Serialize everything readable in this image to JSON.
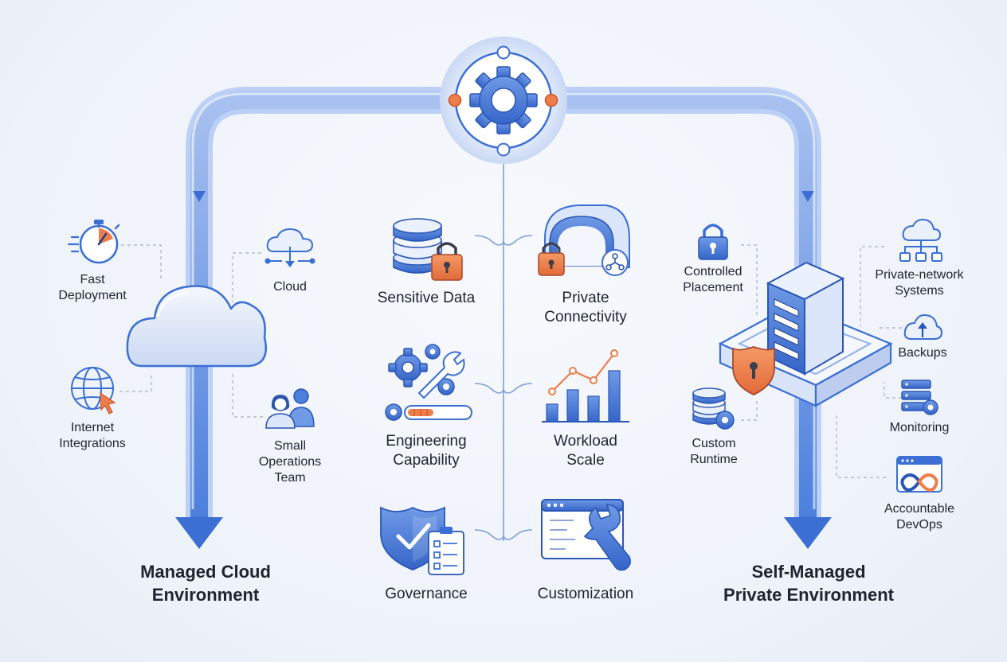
{
  "hub": {
    "icon": "gear-hub-icon"
  },
  "managed": {
    "title": "Managed Cloud\nEnvironment",
    "icon": "cloud-icon",
    "items": [
      {
        "label": "Fast\nDeployment",
        "icon": "stopwatch-icon"
      },
      {
        "label": "Cloud",
        "icon": "cloud-download-icon"
      },
      {
        "label": "Internet\nIntegrations",
        "icon": "globe-cursor-icon"
      },
      {
        "label": "Small\nOperations\nTeam",
        "icon": "team-icon"
      }
    ]
  },
  "factors": [
    {
      "label": "Sensitive Data",
      "icon": "database-lock-icon"
    },
    {
      "label": "Private\nConnectivity",
      "icon": "tunnel-lock-icon"
    },
    {
      "label": "Engineering\nCapability",
      "icon": "gears-wrench-icon"
    },
    {
      "label": "Workload\nScale",
      "icon": "growth-chart-icon"
    },
    {
      "label": "Governance",
      "icon": "shield-checklist-icon"
    },
    {
      "label": "Customization",
      "icon": "window-wrench-icon"
    }
  ],
  "self_managed": {
    "title": "Self-Managed\nPrivate Environment",
    "icon": "server-platform-icon",
    "items": [
      {
        "label": "Controlled\nPlacement",
        "icon": "lock-icon"
      },
      {
        "label": "Private-network\nSystems",
        "icon": "cloud-network-icon"
      },
      {
        "label": "Backups",
        "icon": "cloud-upload-icon"
      },
      {
        "label": "Monitoring",
        "icon": "server-gear-icon"
      },
      {
        "label": "Custom\nRuntime",
        "icon": "database-gear-icon"
      },
      {
        "label": "Accountable\nDevOps",
        "icon": "devops-infinity-icon"
      }
    ]
  },
  "colors": {
    "primary": "#3b6fd4",
    "flow_light": "#8fb0ec",
    "accent_orange": "#ee7d4a",
    "text": "#1f2430"
  }
}
